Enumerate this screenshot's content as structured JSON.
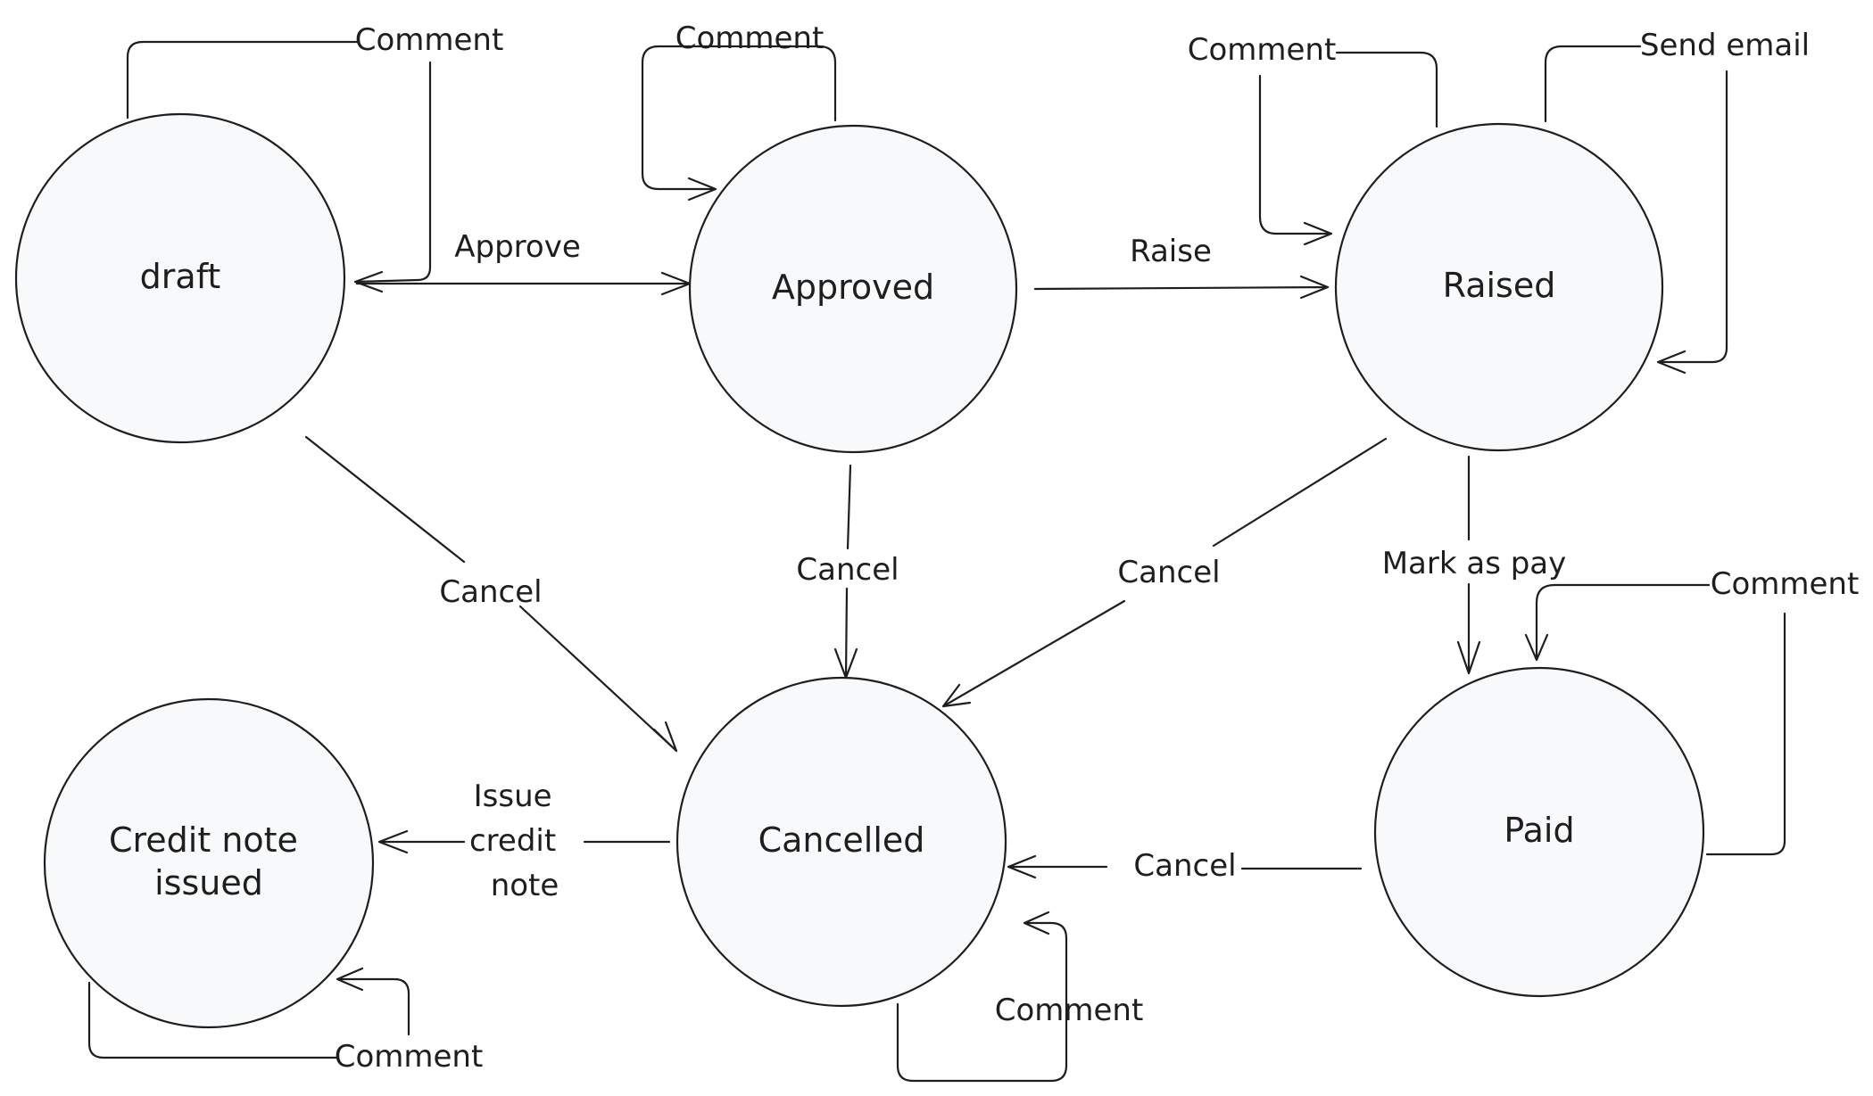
{
  "diagram": {
    "type": "state-diagram",
    "colors": {
      "stroke": "#1e1e1e",
      "node_fill": "#f8f9fa",
      "background": "#ffffff"
    },
    "states": {
      "draft": [
        "draft"
      ],
      "approved": [
        "Approved"
      ],
      "raised": [
        "Raised"
      ],
      "cancelled": [
        "Cancelled"
      ],
      "paid": [
        "Paid"
      ],
      "credit_note": [
        "Credit note",
        "issued"
      ]
    },
    "transitions": {
      "draft_comment": [
        "Comment"
      ],
      "draft_approve": [
        "Approve"
      ],
      "draft_cancel": [
        "Cancel"
      ],
      "approved_comment": [
        "Comment"
      ],
      "approved_raise": [
        "Raise"
      ],
      "approved_cancel": [
        "Cancel"
      ],
      "raised_comment": [
        "Comment"
      ],
      "raised_send_email": [
        "Send email"
      ],
      "raised_cancel": [
        "Cancel"
      ],
      "raised_mark_paid": [
        "Mark as pay"
      ],
      "paid_comment": [
        "Comment"
      ],
      "paid_cancel": [
        "Cancel"
      ],
      "cancelled_comment": [
        "Comment"
      ],
      "cancelled_issue_credit": [
        "Issue",
        "credit",
        "note"
      ],
      "credit_comment": [
        "Comment"
      ]
    }
  }
}
